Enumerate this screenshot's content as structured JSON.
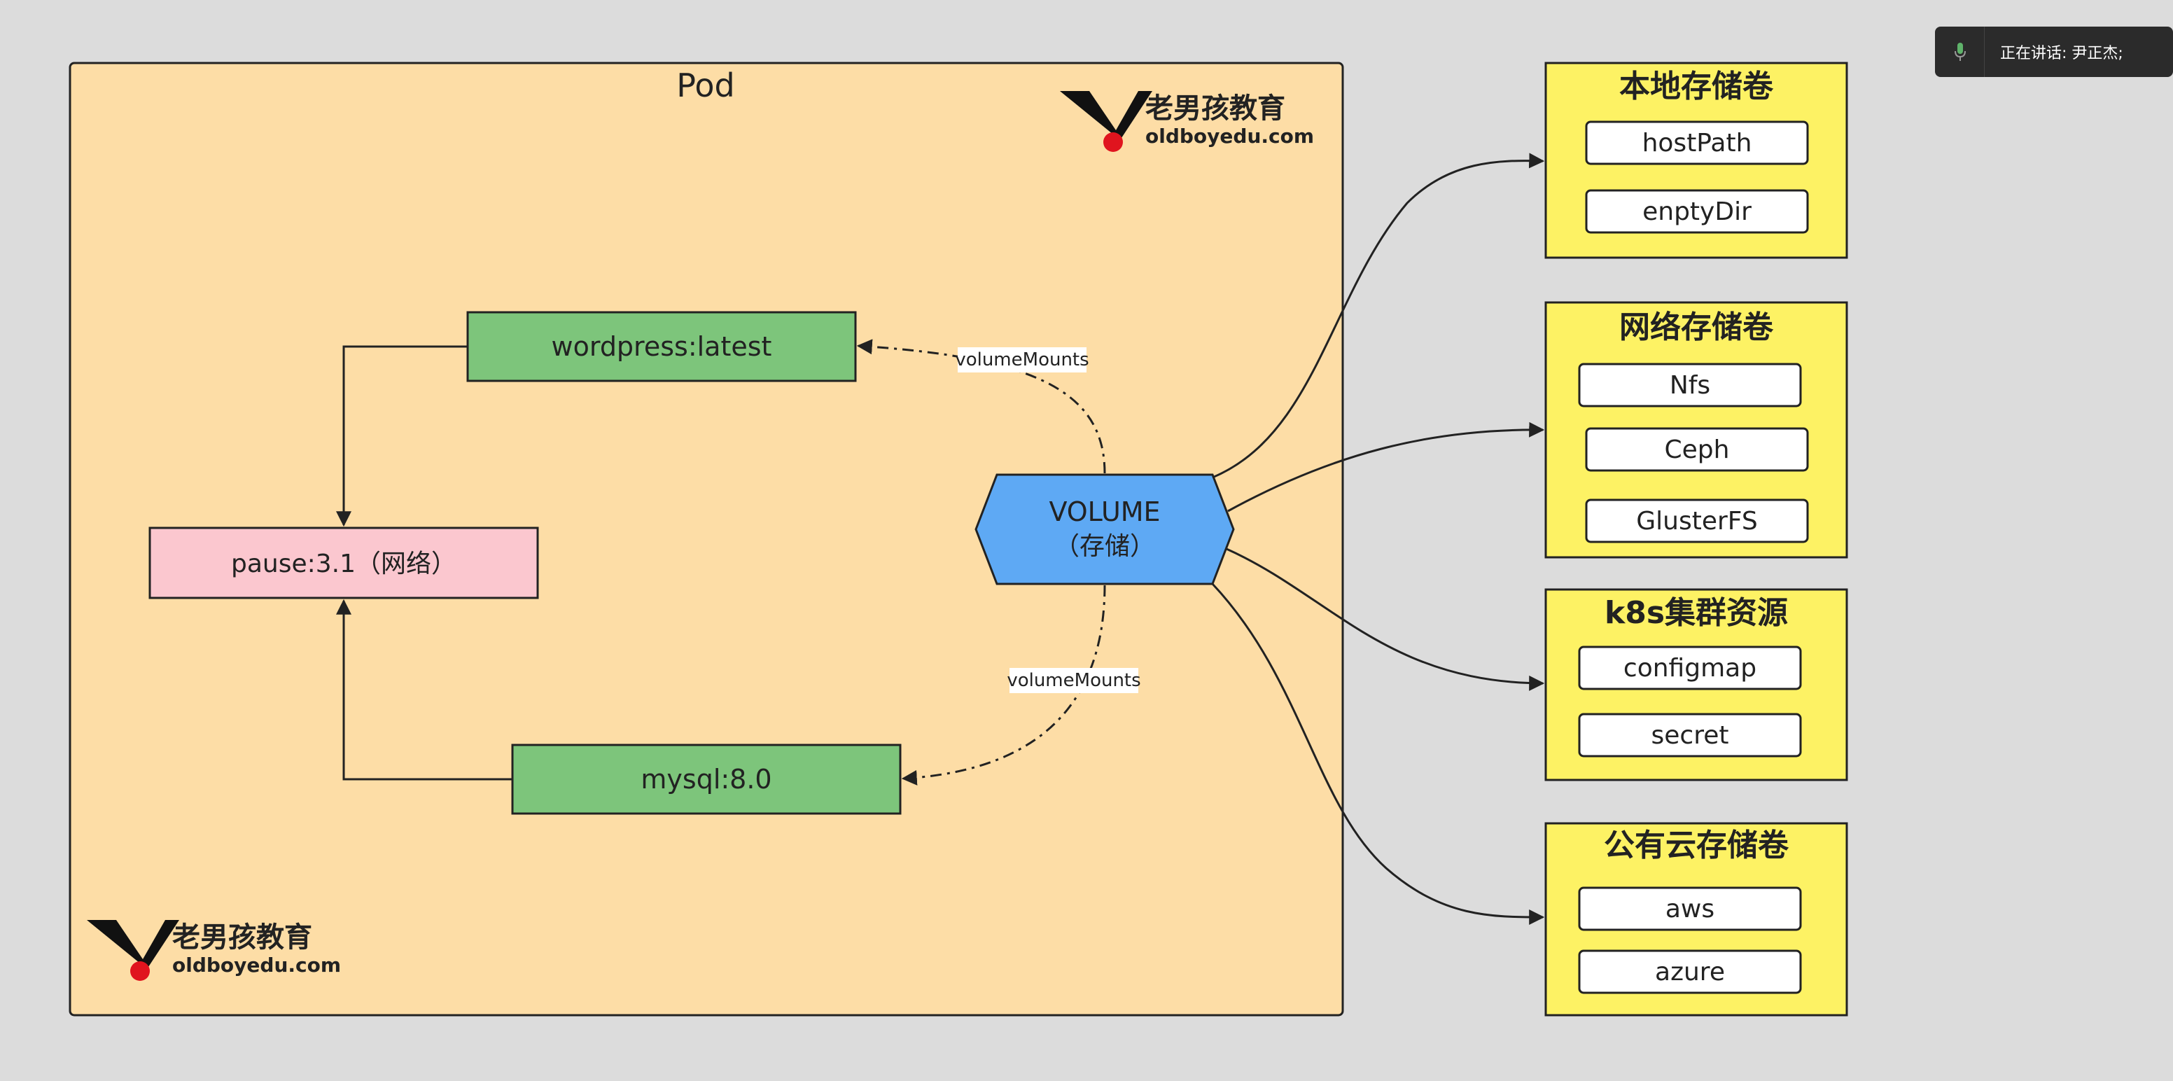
{
  "pod": {
    "title": "Pod",
    "background": "#fddda6",
    "containers": {
      "wordpress": "wordpress:latest",
      "mysql": "mysql:8.0",
      "pause": "pause:3.1（网络）"
    },
    "volume": {
      "line1": "VOLUME",
      "line2": "（存储）"
    },
    "edge_labels": {
      "top": "volumeMounts",
      "bottom": "volumeMounts"
    }
  },
  "logo": {
    "brand": "老男孩教育",
    "domain": "oldboyedu.com"
  },
  "groups": [
    {
      "title": "本地存储卷",
      "items": [
        "hostPath",
        "enptyDir"
      ]
    },
    {
      "title": "网络存储卷",
      "items": [
        "Nfs",
        "Ceph",
        "GlusterFS"
      ]
    },
    {
      "title": "k8s集群资源",
      "items": [
        "configmap",
        "secret"
      ]
    },
    {
      "title": "公有云存储卷",
      "items": [
        "aws",
        "azure"
      ]
    }
  ],
  "speaker": {
    "text": "正在讲话: 尹正杰;",
    "icon": "microphone-icon"
  },
  "colors": {
    "container_green": "#7dc57b",
    "pause_pink": "#fbc7cf",
    "volume_blue": "#5ea9f4",
    "group_yellow": "#fdf264",
    "canvas": "#dcdcdc"
  }
}
